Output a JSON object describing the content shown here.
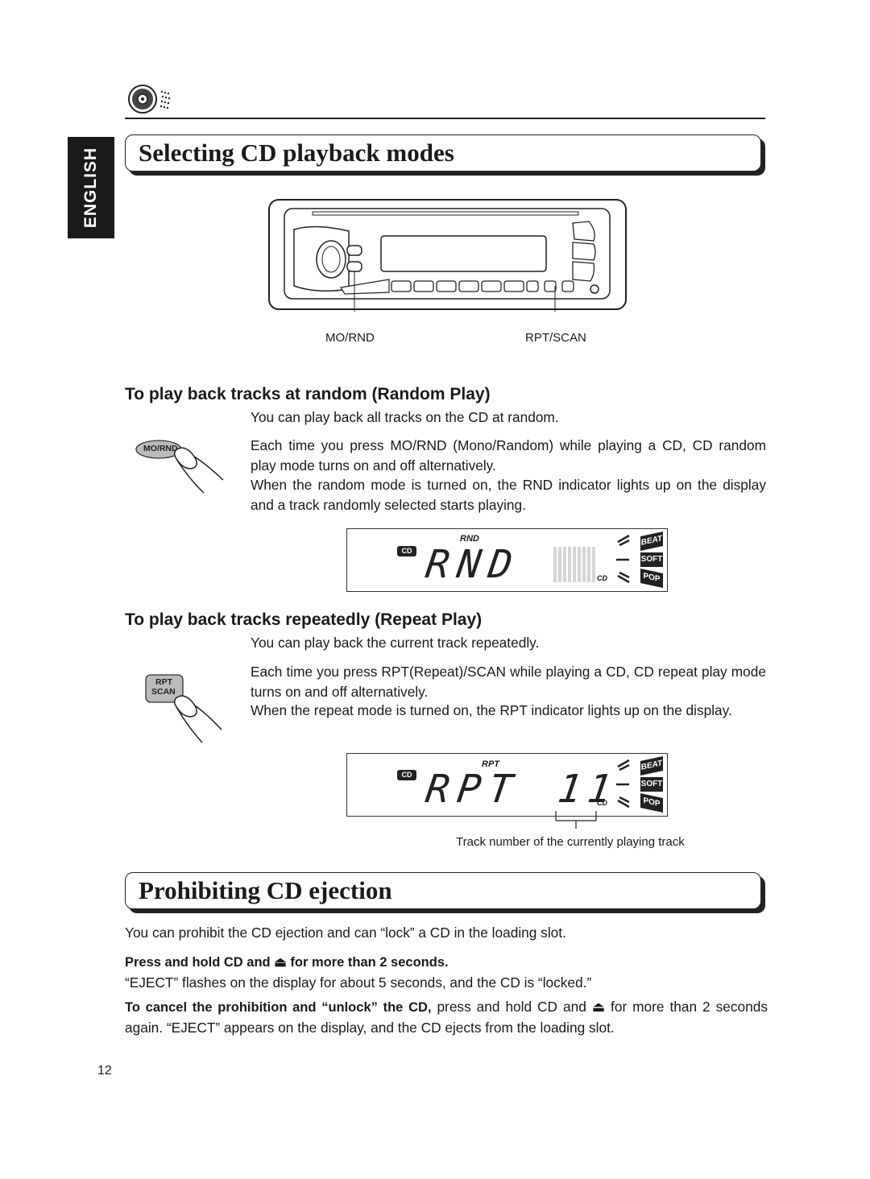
{
  "language_tab": "ENGLISH",
  "section1": {
    "title": "Selecting CD playback modes",
    "button_labels": {
      "mo_rnd": "MO/RND",
      "rpt_scan": "RPT/SCAN"
    },
    "random": {
      "heading": "To play back tracks at random (Random Play)",
      "intro": "You can play back all tracks on the CD at random.",
      "button_label": "MO/RND",
      "para1": "Each time you press MO/RND (Mono/Random) while playing a CD, CD random play mode turns on and off alternatively.",
      "para2": "When the random mode is turned on, the RND indicator lights up on the display and a track randomly selected starts playing.",
      "display": {
        "indicator": "RND",
        "main_text": "RND",
        "source": "CD",
        "sound_modes": [
          "BEAT",
          "SOFT",
          "POP"
        ],
        "disc_label": "CD"
      }
    },
    "repeat": {
      "heading": "To play back tracks repeatedly (Repeat Play)",
      "intro": "You can play back the current track repeatedly.",
      "button_label_1": "RPT",
      "button_label_2": "SCAN",
      "para1": "Each time you press RPT(Repeat)/SCAN while playing a CD, CD repeat play mode turns on and off alternatively.",
      "para2": "When the repeat mode is turned on, the RPT indicator lights up on the display.",
      "display": {
        "indicator": "RPT",
        "main_text": "RPT",
        "track": "11",
        "source": "CD",
        "sound_modes": [
          "BEAT",
          "SOFT",
          "POP"
        ],
        "disc_label": "CD"
      },
      "track_caption": "Track number of the currently playing track"
    }
  },
  "section2": {
    "title": "Prohibiting CD ejection",
    "intro": "You can prohibit the CD ejection and can “lock” a CD in the loading slot.",
    "step_bold": "Press and hold CD and ⏏ for more than 2 seconds.",
    "step_text": "“EJECT” flashes on the display for about 5 seconds, and the CD is “locked.”",
    "cancel_bold": "To cancel the prohibition and “unlock” the CD,",
    "cancel_text": " press and hold CD and ⏏ for more than 2 seconds again. “EJECT” appears on the display, and the CD ejects from the loading slot."
  },
  "page_number": "12"
}
